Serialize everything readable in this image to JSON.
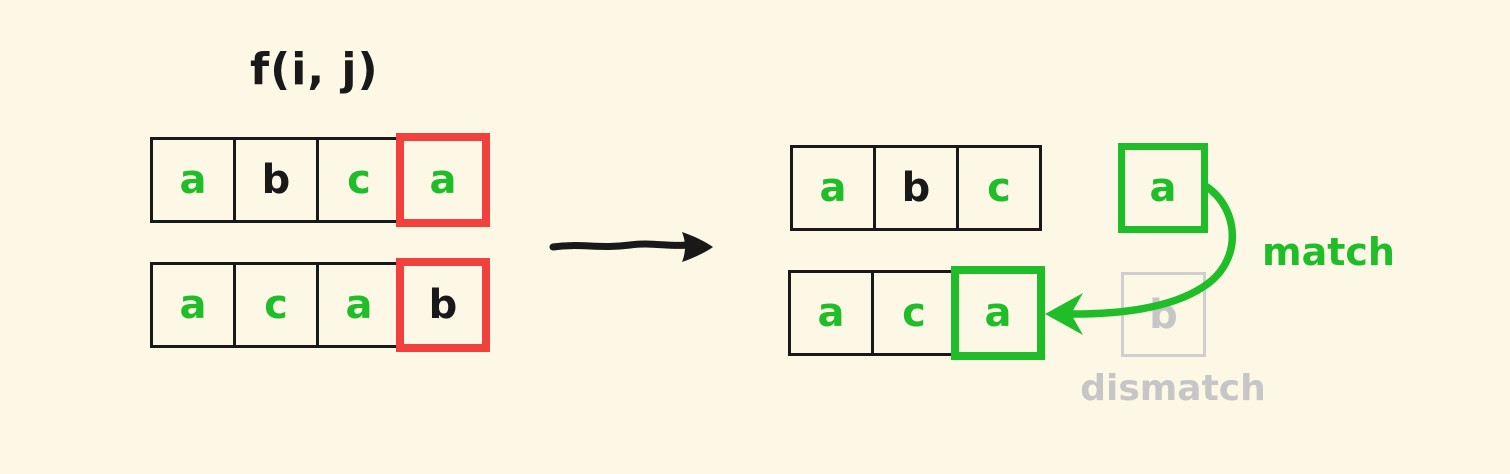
{
  "colors": {
    "background": "#FDF7E6",
    "green": "#1FBE28",
    "red": "#F2413C",
    "grey": "#C6C6C6",
    "grey_border": "#CFCFCF",
    "black": "#191919"
  },
  "title": "f(i, j)",
  "left_panel": {
    "top_row": {
      "cells": [
        {
          "char": "a",
          "color": "green"
        },
        {
          "char": "b",
          "color": "black"
        },
        {
          "char": "c",
          "color": "green"
        },
        {
          "char": "a",
          "color": "green",
          "highlight": "red"
        }
      ]
    },
    "bottom_row": {
      "cells": [
        {
          "char": "a",
          "color": "green"
        },
        {
          "char": "c",
          "color": "green"
        },
        {
          "char": "a",
          "color": "green"
        },
        {
          "char": "b",
          "color": "black",
          "highlight": "red"
        }
      ]
    }
  },
  "right_panel": {
    "top_row": {
      "cells": [
        {
          "char": "a",
          "color": "green"
        },
        {
          "char": "b",
          "color": "black"
        },
        {
          "char": "c",
          "color": "green"
        }
      ]
    },
    "matched_cell": {
      "char": "a",
      "color": "green",
      "highlight": "green"
    },
    "bottom_row": {
      "cells": [
        {
          "char": "a",
          "color": "green"
        },
        {
          "char": "c",
          "color": "green"
        },
        {
          "char": "a",
          "color": "green",
          "highlight": "green"
        }
      ]
    },
    "dismatched_cell": {
      "char": "b",
      "color": "grey"
    },
    "match_label": "match",
    "dismatch_label": "dismatch"
  }
}
